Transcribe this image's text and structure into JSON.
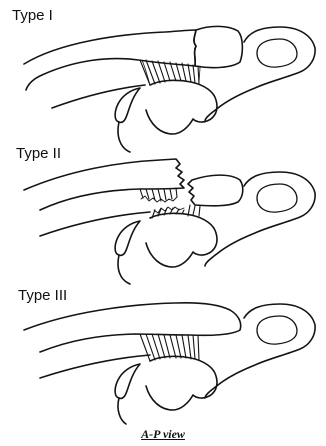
{
  "panels": [
    {
      "label": "Type I"
    },
    {
      "label": "Type II"
    },
    {
      "label": "Type III"
    }
  ],
  "caption": "A-P view"
}
